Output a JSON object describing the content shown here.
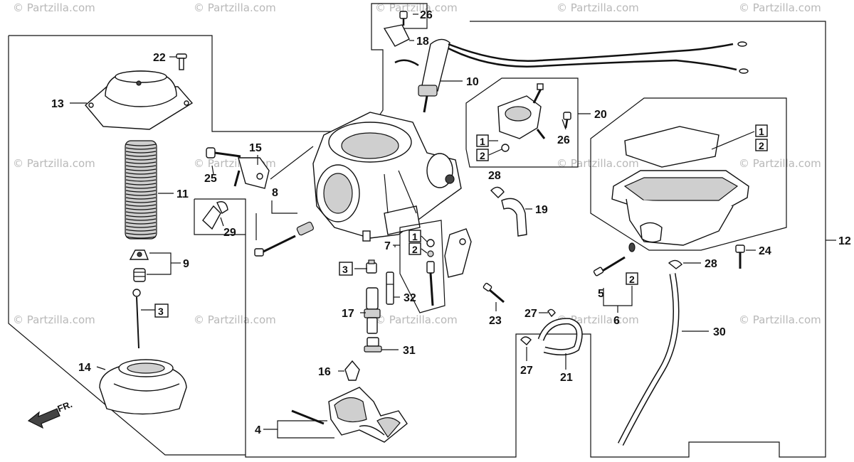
{
  "watermark": "© Partzilla.com",
  "direction_label": "FR.",
  "part_labels": {
    "p2": "2",
    "p3": "3",
    "p4": "4",
    "p5": "5",
    "p6": "6",
    "p7": "7",
    "p8": "8",
    "p9": "9",
    "p10": "10",
    "p11": "11",
    "p12": "12",
    "p13": "13",
    "p14": "14",
    "p15": "15",
    "p16": "16",
    "p17": "17",
    "p18": "18",
    "p19": "19",
    "p20": "20",
    "p21": "21",
    "p22": "22",
    "p23": "23",
    "p24": "24",
    "p25": "25",
    "p26": "26",
    "p27": "27",
    "p28": "28",
    "p29": "29",
    "p30": "30",
    "p31": "31",
    "p32": "32"
  },
  "boxed_labels": {
    "b1": "1",
    "b2": "2",
    "b3": "3"
  }
}
